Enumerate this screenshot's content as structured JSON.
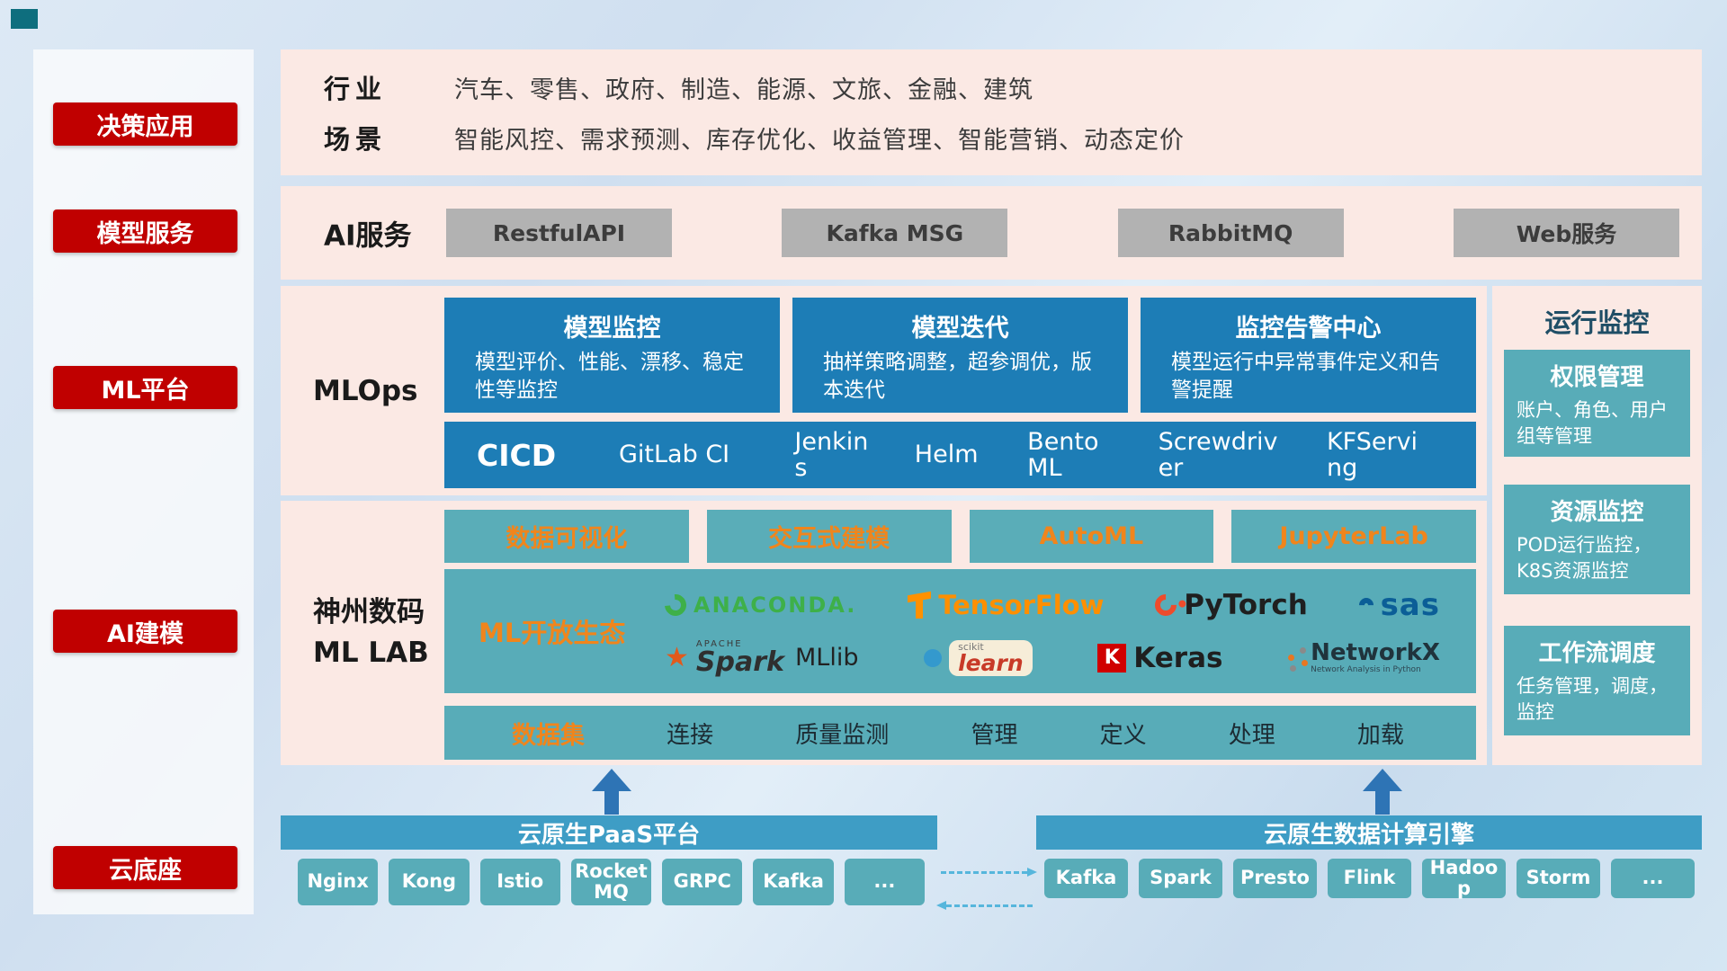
{
  "sidebar": {
    "items": [
      {
        "label": "决策应用"
      },
      {
        "label": "模型服务"
      },
      {
        "label": "ML平台"
      },
      {
        "label": "AI建模"
      },
      {
        "label": "云底座"
      }
    ]
  },
  "industry_panel": {
    "rows": [
      {
        "label": "行业",
        "text": "汽车、零售、政府、制造、能源、文旅、金融、建筑"
      },
      {
        "label": "场景",
        "text": "智能风控、需求预测、库存优化、收益管理、智能营销、动态定价"
      }
    ]
  },
  "ai_service_panel": {
    "label": "AI服务",
    "buttons": [
      "RestfulAPI",
      "Kafka MSG",
      "RabbitMQ",
      "Web服务"
    ]
  },
  "mlops_panel": {
    "label": "MLOps",
    "cards": [
      {
        "title": "模型监控",
        "desc": "模型评价、性能、漂移、稳定性等监控"
      },
      {
        "title": "模型迭代",
        "desc": "抽样策略调整，超参调优，版本迭代"
      },
      {
        "title": "监控告警中心",
        "desc": "模型运行中异常事件定义和告警提醒"
      }
    ],
    "cicd": {
      "label": "CICD",
      "tools": [
        "GitLab CI",
        "Jenkins",
        "Helm",
        "BentoML",
        "Screwdriver",
        "KFServing"
      ]
    }
  },
  "mllab_panel": {
    "label_line1": "神州数码",
    "label_line2": "ML LAB",
    "top_buttons": [
      "数据可视化",
      "交互式建模",
      "AutoML",
      "JupyterLab"
    ],
    "ecosystem": {
      "label": "ML开放生态",
      "logos": {
        "anaconda": "ANACONDA.",
        "tensorflow": "TensorFlow",
        "pytorch": "PyTorch",
        "sas": "sas",
        "spark_prefix": "APACHE",
        "spark": "Spark",
        "mllib": "MLlib",
        "scikit_prefix": "scikit",
        "scikit": "learn",
        "keras_letter": "K",
        "keras": "Keras",
        "networkx": "NetworkX",
        "networkx_sub": "Network Analysis in Python"
      }
    },
    "dataset_row": {
      "label": "数据集",
      "items": [
        "连接",
        "质量监测",
        "管理",
        "定义",
        "处理",
        "加载"
      ]
    }
  },
  "monitor_panel": {
    "title": "运行监控",
    "cards": [
      {
        "title": "权限管理",
        "desc": "账户、角色、用户组等管理"
      },
      {
        "title": "资源监控",
        "desc": "POD运行监控，K8S资源监控"
      },
      {
        "title": "工作流调度",
        "desc": "任务管理，调度，监控"
      }
    ]
  },
  "bottom": {
    "paas": {
      "title": "云原生PaaS平台",
      "items": [
        "Nginx",
        "Kong",
        "Istio",
        "RocketMQ",
        "GRPC",
        "Kafka",
        "..."
      ]
    },
    "engine": {
      "title": "云原生数据计算引擎",
      "items": [
        "Kafka",
        "Spark",
        "Presto",
        "Flink",
        "Hadoop",
        "Storm",
        "..."
      ]
    }
  },
  "colors": {
    "badge_red": "#c00000",
    "panel_pink": "#fbe9e4",
    "box_blue": "#1d7db6",
    "box_teal": "#58acb8",
    "accent_orange": "#f0851c",
    "button_gray": "#b2b2b2",
    "header_blue": "#3e9dc5",
    "arrow_blue": "#2e74b5"
  }
}
